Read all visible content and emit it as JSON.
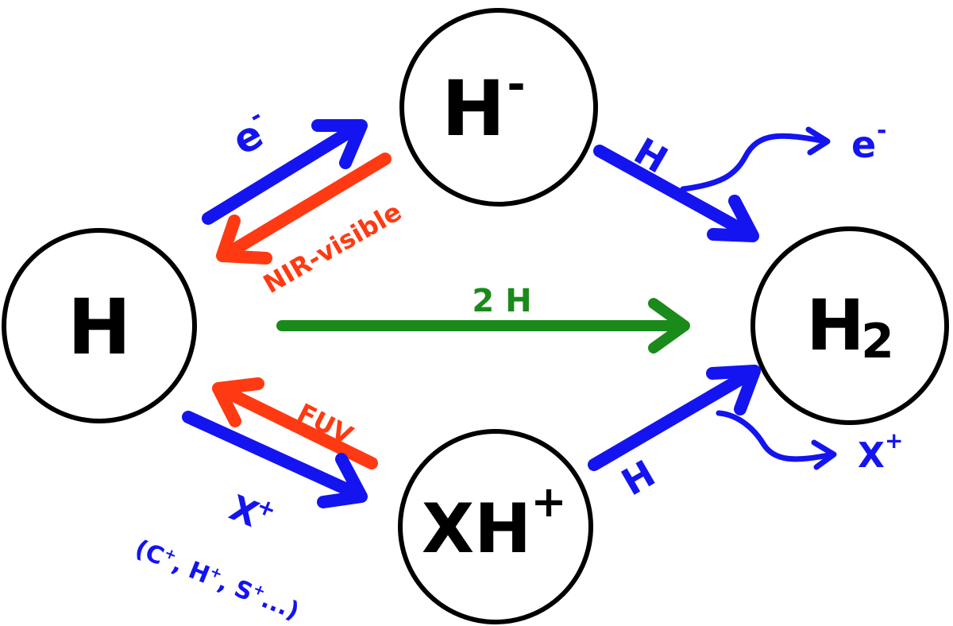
{
  "nodes": {
    "h": {
      "label": "H"
    },
    "h_minus": {
      "label": "H",
      "sup": "-"
    },
    "h2": {
      "label": "H",
      "sub": "2"
    },
    "xh_plus": {
      "label": "XH",
      "sup": "+"
    }
  },
  "edges": {
    "electron_attach": {
      "label": "e",
      "sup": "-"
    },
    "photodetach": {
      "label": "NIR-visible"
    },
    "direct_formation": {
      "label": "2 H"
    },
    "associative_detach": {
      "label": "H"
    },
    "electron_release": {
      "label": "e",
      "sup": "-"
    },
    "fuv": {
      "label": "FUV"
    },
    "ion_attach": {
      "label": "X",
      "sup": "+"
    },
    "ion_examples": {
      "label": "(C",
      "sup1": "+",
      "mid1": ", H",
      "sup2": "+",
      "mid2": ", S",
      "sup3": "+",
      "tail": "...)"
    },
    "xh_to_h2": {
      "label": "H"
    },
    "ion_release": {
      "label": "X",
      "sup": "+"
    }
  },
  "colors": {
    "blue": "#1414f0",
    "red": "#ff3a12",
    "green": "#1a8a1a",
    "black": "#000000"
  }
}
